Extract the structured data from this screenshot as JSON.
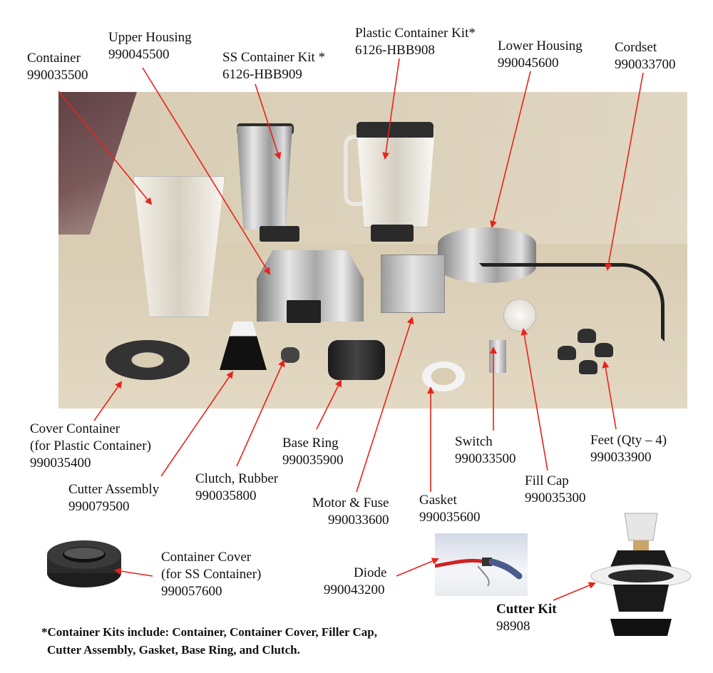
{
  "labels": {
    "container": {
      "l1": "Container",
      "l2": "990035500"
    },
    "upper_housing": {
      "l1": "Upper Housing",
      "l2": "990045500"
    },
    "ss_container_kit": {
      "l1": "SS Container Kit *",
      "l2": "6126-HBB909"
    },
    "plastic_container_kit": {
      "l1": "Plastic Container Kit*",
      "l2": "6126-HBB908"
    },
    "lower_housing": {
      "l1": "Lower Housing",
      "l2": "990045600"
    },
    "cordset": {
      "l1": "Cordset",
      "l2": "990033700"
    },
    "cover_container": {
      "l1": "Cover Container",
      "l2": "(for Plastic Container)",
      "l3": "990035400"
    },
    "cutter_assembly": {
      "l1": "Cutter Assembly",
      "l2": "990079500"
    },
    "clutch_rubber": {
      "l1": "Clutch, Rubber",
      "l2": "990035800"
    },
    "base_ring": {
      "l1": "Base Ring",
      "l2": "990035900"
    },
    "motor_fuse": {
      "l1": "Motor & Fuse",
      "l2": "990033600"
    },
    "gasket": {
      "l1": "Gasket",
      "l2": "990035600"
    },
    "switch": {
      "l1": "Switch",
      "l2": "990033500"
    },
    "fill_cap": {
      "l1": "Fill Cap",
      "l2": "990035300"
    },
    "feet": {
      "l1": "Feet (Qty – 4)",
      "l2": "990033900"
    },
    "container_cover_ss": {
      "l1": "Container Cover",
      "l2": "(for SS Container)",
      "l3": "990057600"
    },
    "diode": {
      "l1": "Diode",
      "l2": "990043200"
    },
    "cutter_kit": {
      "l1": "Cutter Kit",
      "l2": "98908"
    }
  },
  "footnote": {
    "line1": "*Container Kits include: Container, Container Cover, Filler Cap,",
    "line2": "Cutter Assembly, Gasket, Base Ring, and Clutch."
  },
  "colors": {
    "arrow": "#e8231a",
    "background": "#ffffff"
  }
}
